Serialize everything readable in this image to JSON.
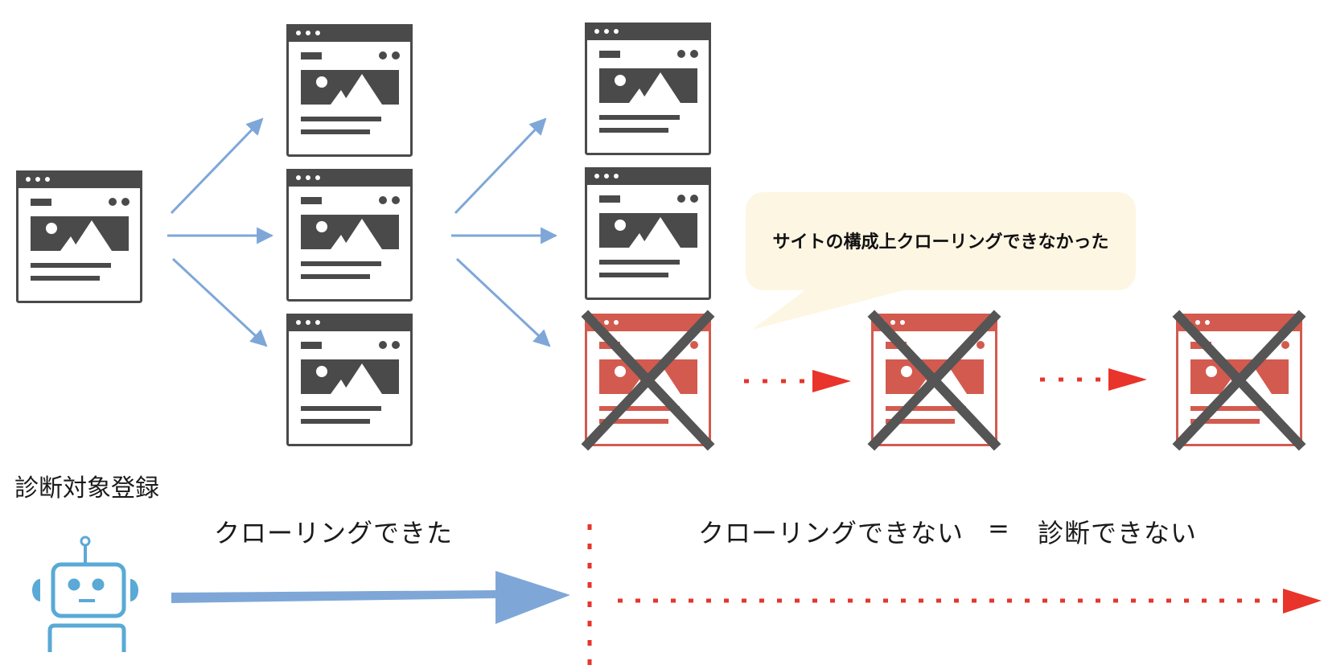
{
  "labels": {
    "register": "診断対象登録",
    "crawl_ok": "クローリングできた",
    "crawl_ng": "クローリングできない",
    "equals": "=",
    "diag_ng": "診断できない"
  },
  "bubble": {
    "text": "サイトの構成上クローリングできなかった"
  },
  "colors": {
    "page_ok": "#4a4a4a",
    "page_ng": "#d35a4f",
    "cross": "#555555",
    "arrow_blue": "#7ea7d8",
    "arrow_red": "#e8342a",
    "bubble_bg": "#fdf6e3",
    "robot": "#5aa9d6"
  },
  "icons": {
    "page": "webpage-icon",
    "robot": "robot-icon",
    "cross": "x-mark-icon"
  }
}
